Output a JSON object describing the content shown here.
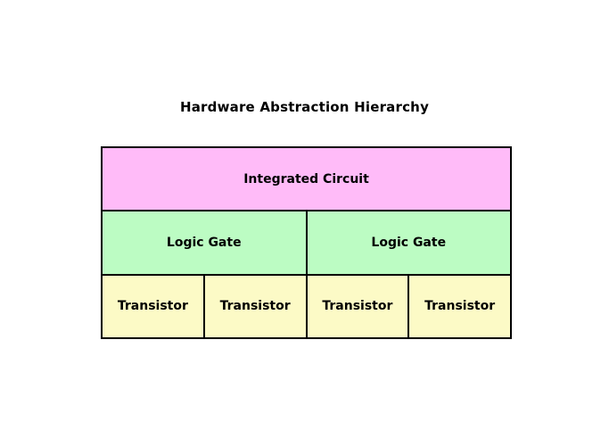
{
  "title": "Hardware Abstraction Hierarchy",
  "diagram": {
    "background": "#ffffff",
    "border_color": "#000000",
    "text_color": "#000000",
    "levels": [
      {
        "label": "Integrated Circuit",
        "color": "#ffbbf8",
        "count": 1
      },
      {
        "label": "Logic Gate",
        "color": "#bcfcc3",
        "count": 2
      },
      {
        "label": "Transistor",
        "color": "#fcfac6",
        "count": 4
      }
    ]
  }
}
